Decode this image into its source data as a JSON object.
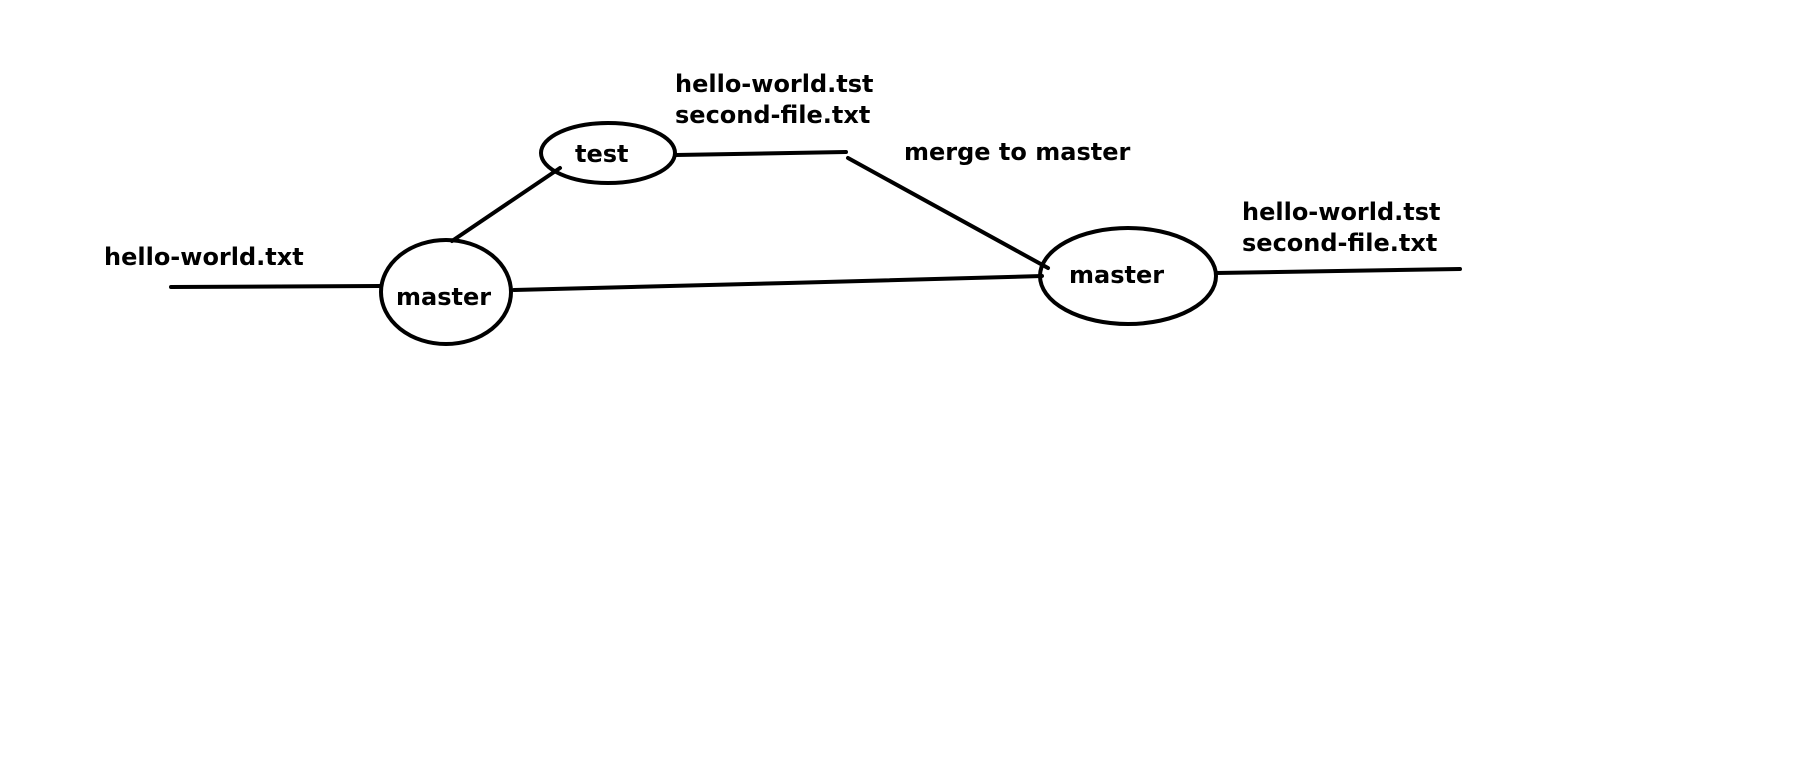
{
  "nodes": {
    "master_left": "master",
    "test": "test",
    "master_right": "master"
  },
  "labels": {
    "initial_file": "hello-world.txt",
    "test_files_line1": "hello-world.tst",
    "test_files_line2": "second-file.txt",
    "merge": "merge to master",
    "merged_files_line1": "hello-world.tst",
    "merged_files_line2": "second-file.txt"
  },
  "colors": {
    "stroke": "#000000",
    "background": "#ffffff"
  }
}
